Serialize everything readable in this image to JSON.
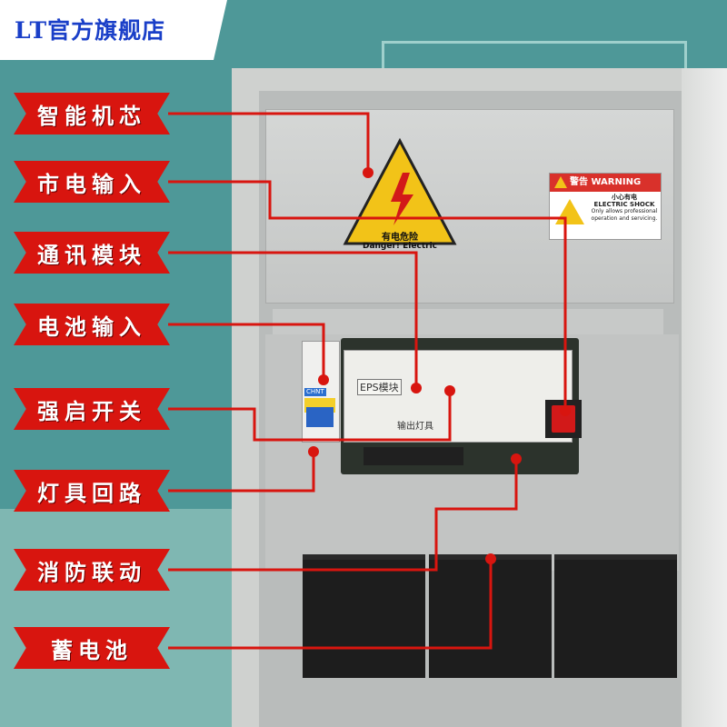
{
  "header": {
    "store_name": "LT官方旗舰店"
  },
  "labels": [
    {
      "text": "智能机芯"
    },
    {
      "text": "市电输入"
    },
    {
      "text": "通讯模块"
    },
    {
      "text": "电池输入"
    },
    {
      "text": "强启开关"
    },
    {
      "text": "灯具回路"
    },
    {
      "text": "消防联动"
    },
    {
      "text": "蓄电池"
    }
  ],
  "danger_sign": {
    "line1": "有电危险",
    "line2": "Danger! Electric"
  },
  "warning_label": {
    "header": "警告 WARNING",
    "title": "小心有电",
    "en_title": "ELECTRIC SHOCK",
    "note": "Only allows professional operation and servicing."
  },
  "module": {
    "name": "EPS模块",
    "output": "输出灯具",
    "breaker_brand": "CHNT"
  },
  "colors": {
    "accent": "#d8150f",
    "background": "#4e9898",
    "store_name": "#1a3fc8"
  }
}
